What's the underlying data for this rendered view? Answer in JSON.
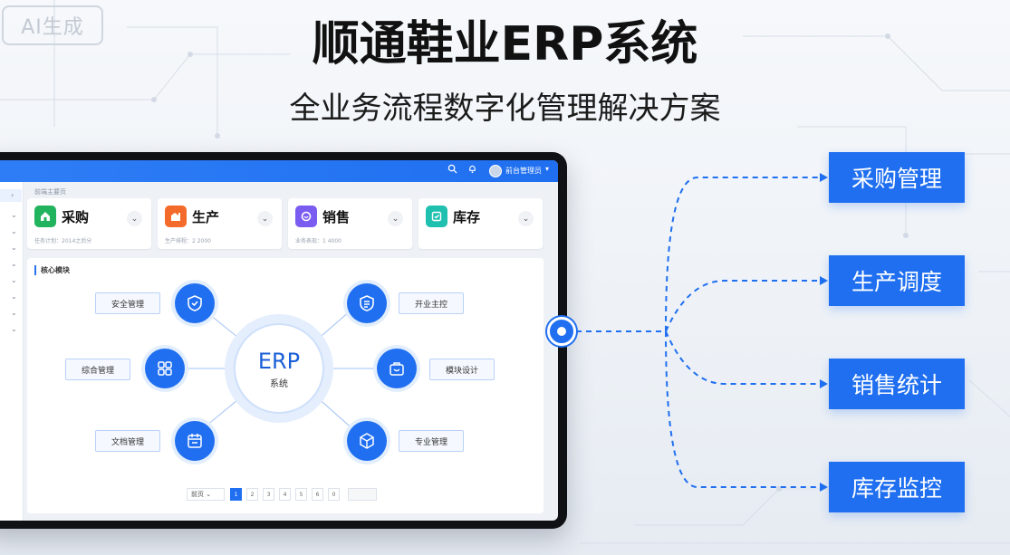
{
  "badge": "AI生成",
  "title": "顺通鞋业ERP系统",
  "subtitle": "全业务流程数字化管理解决方案",
  "app": {
    "user": "前台管理员",
    "breadcrumb": "前端主要页",
    "cards": [
      {
        "label": "采购",
        "desc": "任务计划：2014之后分",
        "color": "#22b35e",
        "icon": "home-icon"
      },
      {
        "label": "生产",
        "desc": "生产排程：2 2000",
        "color": "#f36a2a",
        "icon": "factory-icon"
      },
      {
        "label": "销售",
        "desc": "业务表现：1 4000",
        "color": "#7b5cf0",
        "icon": "gift-icon"
      },
      {
        "label": "库存",
        "desc": "",
        "color": "#1fc0b0",
        "icon": "box-check-icon"
      }
    ],
    "panel_title": "核心模块",
    "center": {
      "erp": "ERP",
      "sys": "系统"
    },
    "modules": [
      {
        "label": "安全管理",
        "icon": "shield-icon"
      },
      {
        "label": "开业主控",
        "icon": "document-icon"
      },
      {
        "label": "综合管理",
        "icon": "grid-icon"
      },
      {
        "label": "模块设计",
        "icon": "briefcase-icon"
      },
      {
        "label": "文档管理",
        "icon": "calendar-icon"
      },
      {
        "label": "专业管理",
        "icon": "package-icon"
      }
    ],
    "pager": {
      "select": "前页",
      "pages": [
        "1",
        "2",
        "3",
        "4",
        "5",
        "6",
        "0"
      ]
    }
  },
  "tags": [
    "采购管理",
    "生产调度",
    "销售统计",
    "库存监控"
  ],
  "colors": {
    "accent": "#1f6ff0"
  }
}
